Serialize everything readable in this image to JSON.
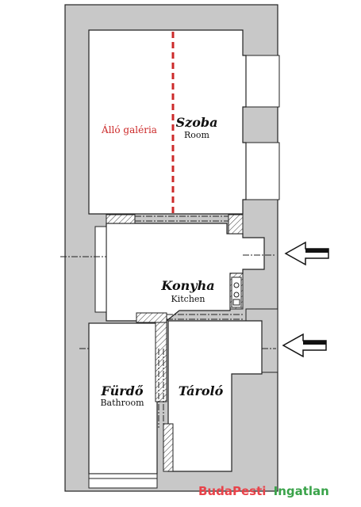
{
  "rooms": {
    "szoba": {
      "name": "Szoba",
      "sub": "Room"
    },
    "konyha": {
      "name": "Konyha",
      "sub": "Kitchen"
    },
    "furdo": {
      "name": "Fürdő",
      "sub": "Bathroom"
    },
    "tarolo": {
      "name": "Tároló"
    }
  },
  "gallery": {
    "label": "Álló galéria",
    "color": "#cc2a2a"
  },
  "watermark": {
    "part1": "BudaPesti",
    "part1_color": "#e8434a",
    "part2": "Ingatlan",
    "part2_color": "#3aa34a"
  },
  "colors": {
    "wall": "#c8c8c8",
    "outline": "#222222",
    "floor": "#ffffff",
    "arrow": "#111111"
  },
  "icons": [
    "entrance-arrow-icon",
    "entrance-arrow-icon"
  ]
}
